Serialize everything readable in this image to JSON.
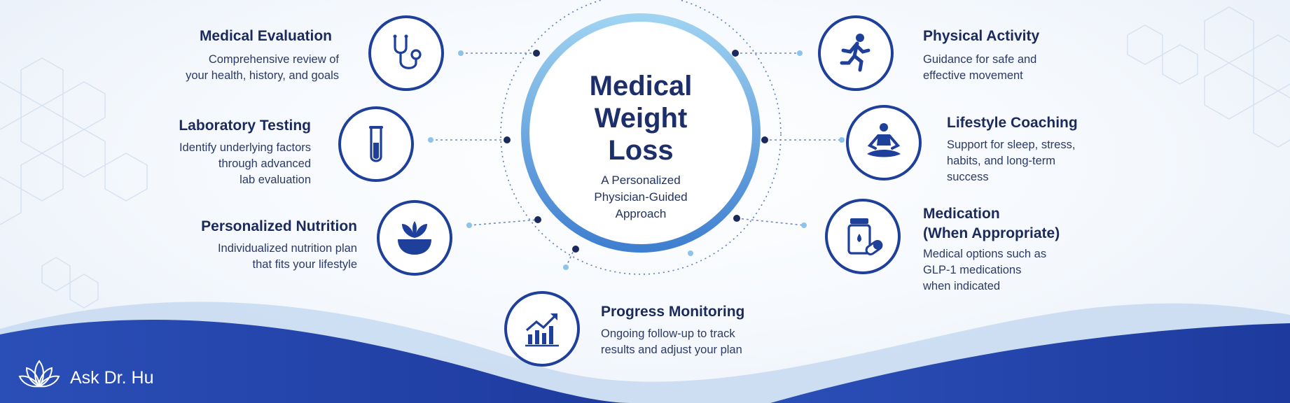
{
  "center": {
    "title_lines": [
      "Medical",
      "Weight",
      "Loss"
    ],
    "subtitle_lines": [
      "A Personalized",
      "Physician-Guided",
      "Approach"
    ]
  },
  "items": {
    "medical_evaluation": {
      "title": "Medical Evaluation",
      "desc": [
        "Comprehensive review of",
        "your health, history, and goals"
      ],
      "icon": "stethoscope-icon"
    },
    "laboratory_testing": {
      "title": "Laboratory Testing",
      "desc": [
        "Identify underlying factors",
        "through advanced",
        "lab evaluation"
      ],
      "icon": "test-tube-icon"
    },
    "personalized_nutrition": {
      "title": "Personalized Nutrition",
      "desc": [
        "Individualized nutrition plan",
        "that fits your lifestyle"
      ],
      "icon": "bowl-leaves-icon"
    },
    "progress_monitoring": {
      "title": "Progress Monitoring",
      "desc": [
        "Ongoing follow-up to track",
        "results and adjust your plan"
      ],
      "icon": "growth-chart-icon"
    },
    "physical_activity": {
      "title": "Physical Activity",
      "desc": [
        "Guidance for safe and",
        "effective movement"
      ],
      "icon": "running-person-icon"
    },
    "lifestyle_coaching": {
      "title": "Lifestyle Coaching",
      "desc": [
        "Support for sleep, stress,",
        "habits, and long-term",
        "success"
      ],
      "icon": "meditation-icon"
    },
    "medication": {
      "title_lines": [
        "Medication",
        "(When Appropriate)"
      ],
      "desc": [
        "Medical options such as",
        "GLP-1 medications",
        "when indicated"
      ],
      "icon": "pill-bottle-icon"
    }
  },
  "brand": {
    "name": "Ask Dr. Hu",
    "logo": "lotus-logo-icon"
  },
  "colors": {
    "navy": "#1b2a5c",
    "blue": "#1e3f9a",
    "light_blue": "#8ec3ea",
    "ring": "#6fb2e2"
  }
}
